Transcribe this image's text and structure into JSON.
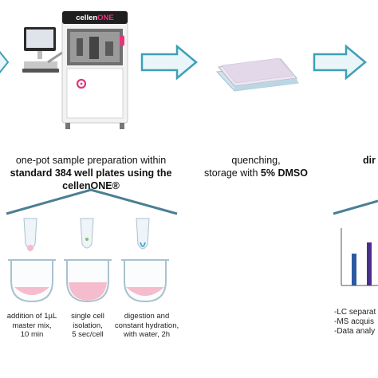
{
  "machine": {
    "brand_prefix": "cellen",
    "brand_suffix": "ONE",
    "brand_accent_color": "#e6337a"
  },
  "captions": {
    "step1_line1": "one-pot sample preparation within",
    "step1_line2": "standard 384 well plates using the",
    "step1_line3": "cellenONE®",
    "step2_line1": "quenching,",
    "step2_line2_prefix": "storage with ",
    "step2_line2_bold": "5% DMSO",
    "step3_partial": "dir"
  },
  "substeps": [
    {
      "line1": "addition of 1µL",
      "line2": "master mix,",
      "line3": "10 min"
    },
    {
      "line1": "single cell",
      "line2": "isolation,",
      "line3": "5 sec/cell"
    },
    {
      "line1": "digestion and",
      "line2": "constant hydration,",
      "line3": "with water, 2h"
    }
  ],
  "analysis_steps": [
    "-LC separat",
    "-MS acquis",
    "-Data analy"
  ],
  "colors": {
    "arrow_fill": "#e9f5f8",
    "arrow_stroke": "#3ea0b5",
    "bracket": "#4b7f93",
    "liquid_pink": "#f5bccd",
    "bar_blue": "#2c5aa0",
    "bar_purple": "#4a2f8a"
  }
}
